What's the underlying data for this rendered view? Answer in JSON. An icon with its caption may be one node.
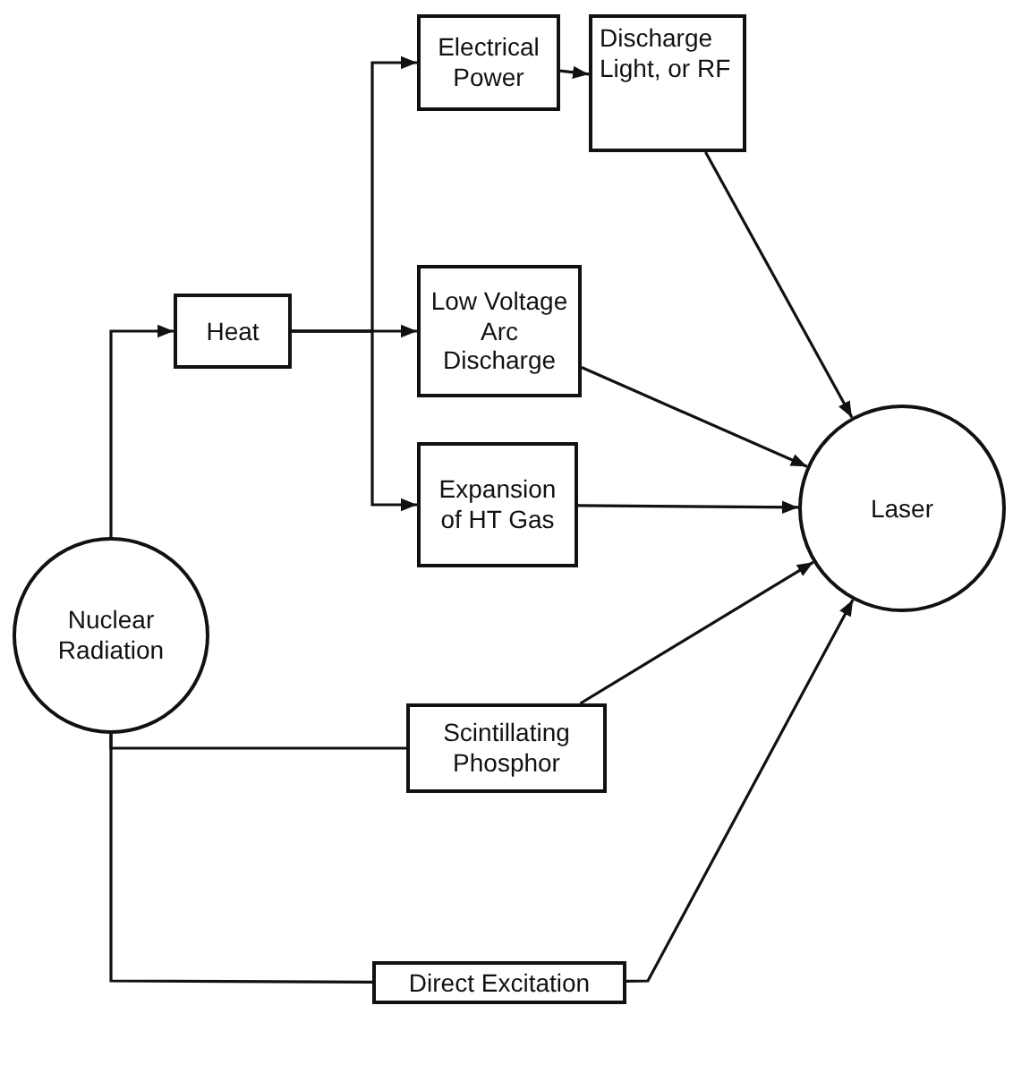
{
  "diagram": {
    "nodes": [
      {
        "text": [
          "Nuclear Radiation"
        ]
      },
      {
        "text": [
          "Heat"
        ]
      },
      {
        "text": [
          "Electrical Power"
        ]
      },
      {
        "text": [
          "Discharge Light, or RF"
        ]
      },
      {
        "text": [
          "Low Voltage Arc Discharge"
        ]
      },
      {
        "text": [
          "Expansion of HT Gas"
        ]
      },
      {
        "text": [
          "Laser"
        ]
      },
      {
        "text": [
          "Scintillating Phosphor"
        ]
      },
      {
        "text": [
          "Direct Excitation"
        ]
      }
    ],
    "edges": [
      {
        "from": 0,
        "to": 1,
        "arrow": "to"
      },
      {
        "from": 1,
        "to": 2,
        "arrow": "to"
      },
      {
        "from": 1,
        "to": 4,
        "arrow": "to"
      },
      {
        "from": 1,
        "to": 5,
        "arrow": "to"
      },
      {
        "from": 2,
        "to": 3,
        "arrow": "to"
      },
      {
        "from": 3,
        "to": 6,
        "arrow": "to"
      },
      {
        "from": 4,
        "to": 6,
        "arrow": "to"
      },
      {
        "from": 5,
        "to": 6,
        "arrow": "to"
      },
      {
        "from": 0,
        "to": 7,
        "arrow": "none"
      },
      {
        "from": 7,
        "to": 6,
        "arrow": "to"
      },
      {
        "from": 0,
        "to": 8,
        "arrow": "none"
      },
      {
        "from": 8,
        "to": 6,
        "arrow": "to"
      }
    ]
  }
}
